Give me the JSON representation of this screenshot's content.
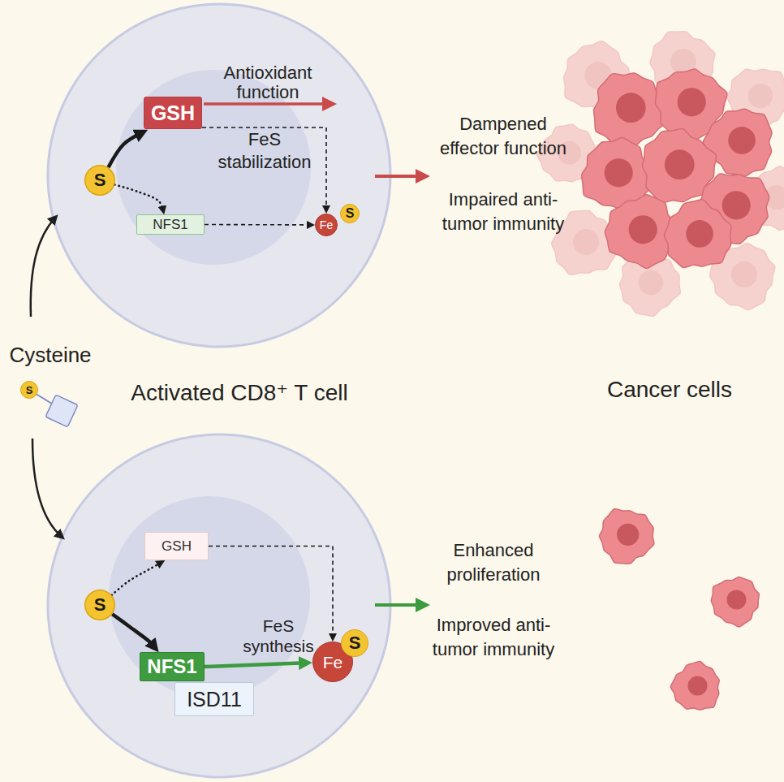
{
  "diagram": {
    "nodes": [
      {
        "text": [
          "GSH"
        ]
      },
      {
        "text": [
          "S"
        ]
      },
      {
        "text": [
          "NFS1"
        ]
      },
      {
        "text": [
          "Fe"
        ]
      },
      {
        "text": [
          "S"
        ]
      },
      {
        "text": [
          "S"
        ]
      },
      {
        "text": [
          "GSH"
        ]
      },
      {
        "text": [
          "S"
        ]
      },
      {
        "text": [
          "NFS1"
        ]
      },
      {
        "text": [
          "ISD11"
        ]
      },
      {
        "text": [
          "Fe"
        ]
      },
      {
        "text": [
          "S"
        ]
      }
    ],
    "edges": [
      {
        "from": 1,
        "to": 0,
        "arrow": "to"
      },
      {
        "from": 1,
        "to": 2,
        "arrow": "to"
      },
      {
        "from": 0,
        "to": 3,
        "arrow": "to",
        "label": "FeS stabilization"
      },
      {
        "from": 2,
        "to": 3,
        "arrow": "to"
      },
      {
        "from": 7,
        "to": 6,
        "arrow": "to"
      },
      {
        "from": 7,
        "to": 8,
        "arrow": "to"
      },
      {
        "from": 6,
        "to": 10,
        "arrow": "to"
      },
      {
        "from": 8,
        "to": 10,
        "arrow": "to",
        "label": "FeS synthesis"
      }
    ],
    "labels": [
      "Antioxidant function",
      "Dampened effector function",
      "Impaired anti-tumor immunity",
      "Cysteine",
      "Activated CD8⁺ T cell",
      "Cancer cells",
      "Enhanced proliferation",
      "Improved anti-tumor immunity"
    ]
  }
}
